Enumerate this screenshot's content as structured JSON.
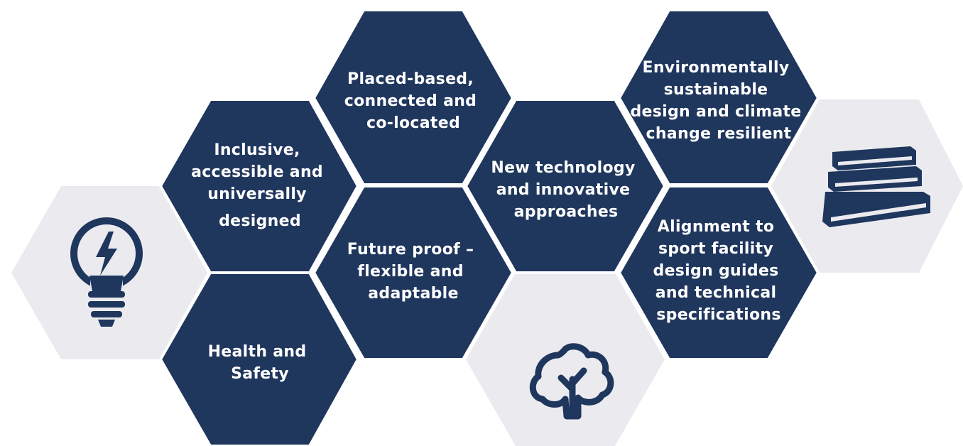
{
  "colors": {
    "navy": "#1f365d",
    "light_gray": "#ebebef",
    "background": "#ffffff"
  },
  "hexagons": [
    {
      "id": "lightbulb",
      "kind": "icon",
      "icon": "lightbulb-icon"
    },
    {
      "id": "inclusive",
      "kind": "text",
      "lines": [
        "Inclusive,",
        "accessible and",
        "universally",
        "designed"
      ]
    },
    {
      "id": "health",
      "kind": "text",
      "lines": [
        "Health and",
        "Safety"
      ]
    },
    {
      "id": "placed",
      "kind": "text",
      "lines": [
        "Placed-based,",
        "connected and",
        "co-located"
      ]
    },
    {
      "id": "future",
      "kind": "text",
      "lines": [
        "Future proof –",
        "flexible and",
        "adaptable"
      ]
    },
    {
      "id": "technology",
      "kind": "text",
      "lines": [
        "New technology",
        "and innovative",
        "approaches"
      ]
    },
    {
      "id": "tree",
      "kind": "icon",
      "icon": "tree-icon"
    },
    {
      "id": "environment",
      "kind": "text",
      "lines": [
        "Environmentally",
        "sustainable",
        "design and climate",
        "change resilient"
      ]
    },
    {
      "id": "alignment",
      "kind": "text",
      "lines": [
        "Alignment to",
        "sport facility",
        "design guides",
        "and technical",
        "specifications"
      ]
    },
    {
      "id": "books",
      "kind": "icon",
      "icon": "books-icon"
    }
  ]
}
